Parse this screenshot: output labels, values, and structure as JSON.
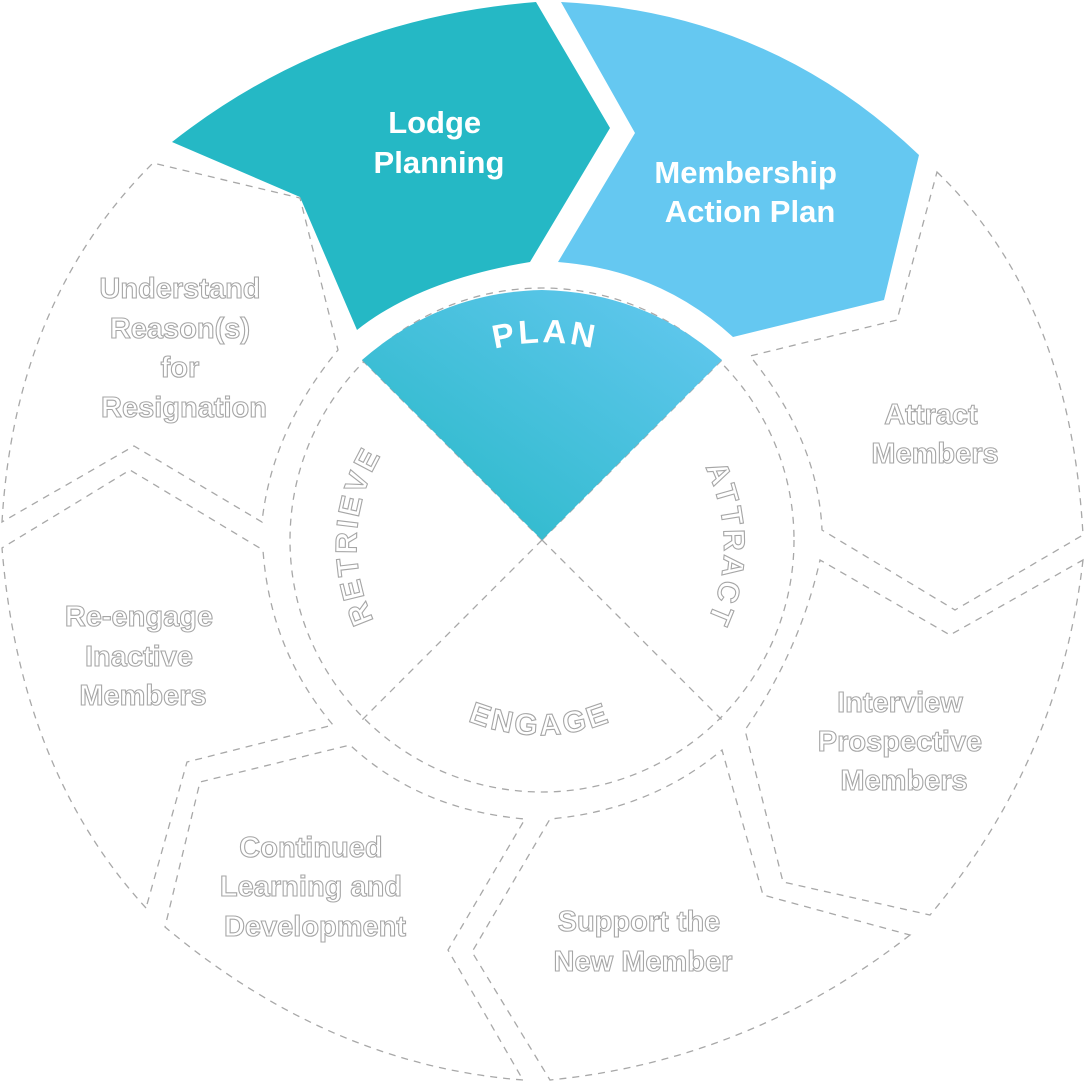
{
  "colors": {
    "lodge_planning_fill": "#25b8c5",
    "membership_plan_fill": "#65c8f1",
    "plan_gradient_start": "#25b8c5",
    "plan_gradient_end": "#65c8f1",
    "outline_stroke": "#a6a6a6",
    "dashed_stroke": "#a8a8a8"
  },
  "outer_segments": {
    "lodge_planning": {
      "lines": [
        "Lodge",
        "Planning"
      ],
      "state": "active"
    },
    "membership_action_plan": {
      "lines": [
        "Membership",
        "Action Plan"
      ],
      "state": "active"
    },
    "attract_members": {
      "lines": [
        "Attract",
        "Members"
      ],
      "state": "inactive"
    },
    "interview_prospective_members": {
      "lines": [
        "Interview",
        "Prospective",
        "Members"
      ],
      "state": "inactive"
    },
    "support_new_member": {
      "lines": [
        "Support the",
        "New Member"
      ],
      "state": "inactive"
    },
    "continued_learning": {
      "lines": [
        "Continued",
        "Learning and",
        "Development"
      ],
      "state": "inactive"
    },
    "reengage_inactive": {
      "lines": [
        "Re-engage",
        "Inactive",
        "Members"
      ],
      "state": "inactive"
    },
    "understand_resignation": {
      "lines": [
        "Understand",
        "Reason(s)",
        "for",
        "Resignation"
      ],
      "state": "inactive"
    }
  },
  "inner_ring": {
    "plan": {
      "label": "PLAN",
      "state": "active"
    },
    "attract": {
      "label": "ATTRACT",
      "state": "inactive"
    },
    "engage": {
      "label": "ENGAGE",
      "state": "inactive"
    },
    "retrieve": {
      "label": "RETRIEVE",
      "state": "inactive"
    }
  }
}
